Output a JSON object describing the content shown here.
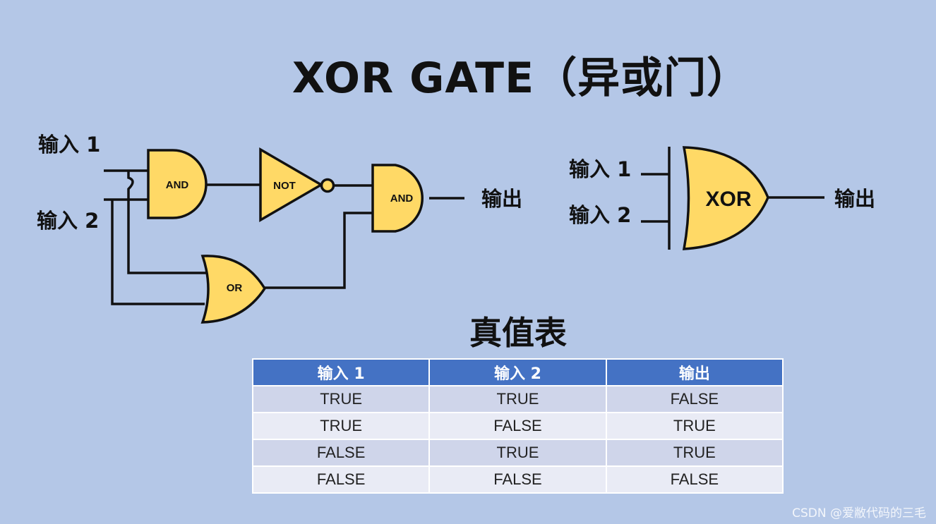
{
  "title": "XOR GATE（异或门）",
  "colors": {
    "background": "#B4C7E7",
    "gate_fill": "#FFD966",
    "table_header": "#4472C4",
    "table_row_odd": "#CFD5EA",
    "table_row_even": "#E9EBF5"
  },
  "circuit": {
    "input1_label": "输入 1",
    "input2_label": "输入 2",
    "output_label": "输出",
    "and_gate_1_label": "AND",
    "not_gate_label": "NOT",
    "and_gate_2_label": "AND",
    "or_gate_label": "OR"
  },
  "xor_symbol": {
    "input1_label": "输入 1",
    "input2_label": "输入 2",
    "gate_label": "XOR",
    "output_label": "输出"
  },
  "truth_table": {
    "title": "真值表",
    "headers": [
      "输入 1",
      "输入 2",
      "输出"
    ],
    "rows": [
      [
        "TRUE",
        "TRUE",
        "FALSE"
      ],
      [
        "TRUE",
        "FALSE",
        "TRUE"
      ],
      [
        "FALSE",
        "TRUE",
        "TRUE"
      ],
      [
        "FALSE",
        "FALSE",
        "FALSE"
      ]
    ]
  },
  "watermark": "CSDN @爱敝代码的三毛"
}
